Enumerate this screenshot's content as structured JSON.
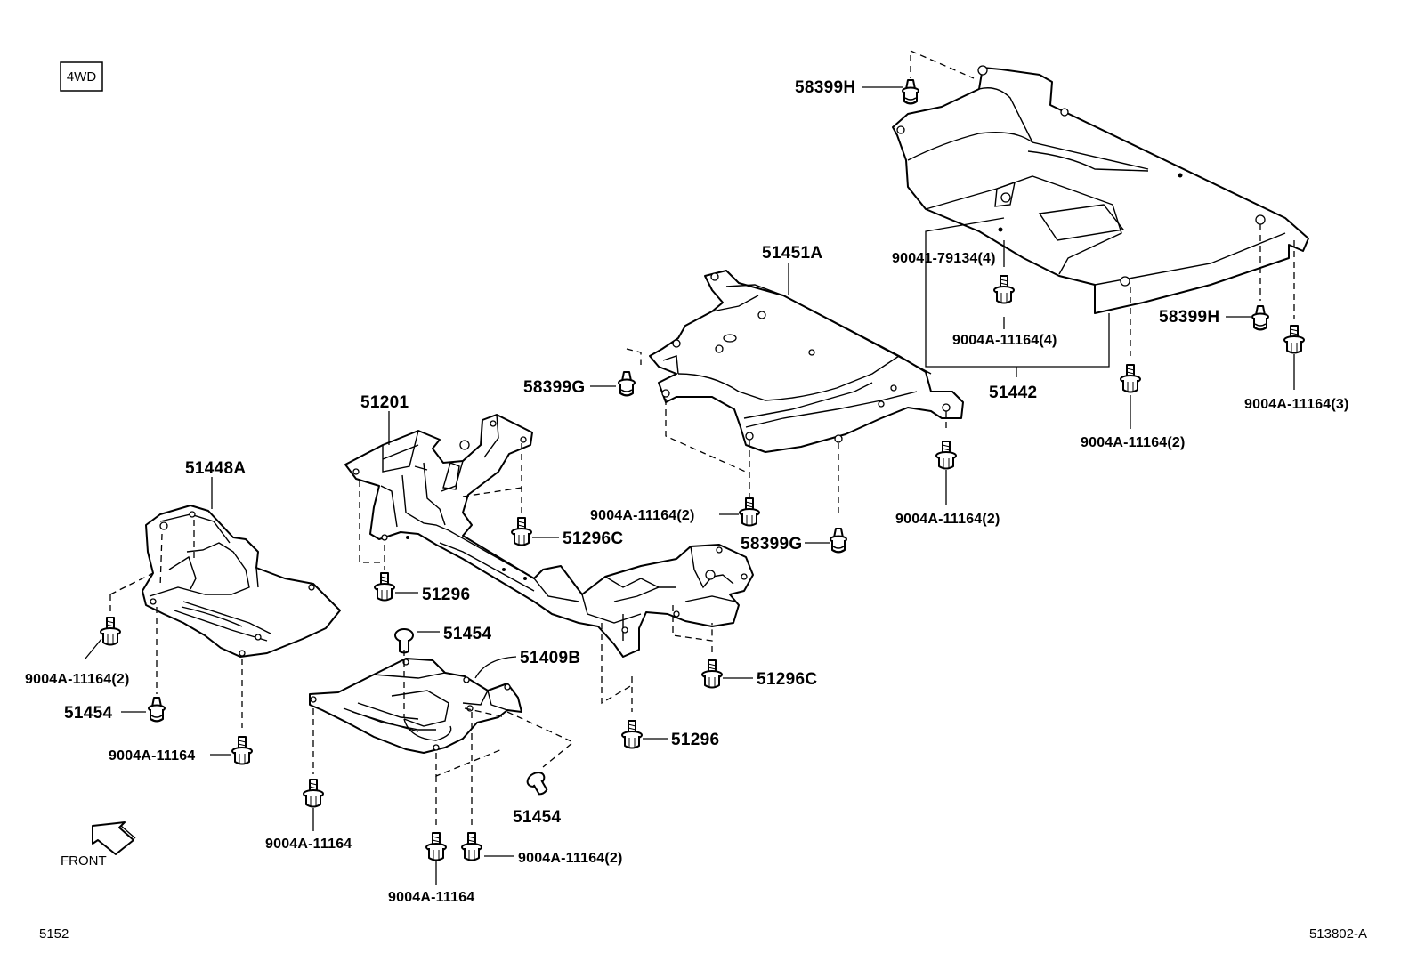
{
  "header": {
    "variant_badge": "4WD"
  },
  "footer": {
    "section_code": "5152",
    "figure_code": "513802-A"
  },
  "orientation": {
    "front_label": "FRONT"
  },
  "callouts": {
    "p58399H_top": "58399H",
    "p58399H_right": "58399H",
    "p90041_79134_4": "90041-79134(4)",
    "p9004A_11164_4": "9004A-11164(4)",
    "p51442": "51442",
    "p9004A_11164_2_rr": "9004A-11164(2)",
    "p9004A_11164_3": "9004A-11164(3)",
    "p51451A": "51451A",
    "p58399G_left": "58399G",
    "p58399G_mid": "58399G",
    "p9004A_11164_2_mid": "9004A-11164(2)",
    "p9004A_11164_2_right": "9004A-11164(2)",
    "p51201": "51201",
    "p51296C_top": "51296C",
    "p51296_left": "51296",
    "p51296C_right": "51296C",
    "p51296_bottom": "51296",
    "p51448A": "51448A",
    "p9004A_11164_2_left": "9004A-11164(2)",
    "p51454_left": "51454",
    "p9004A_11164_left": "9004A-11164",
    "p51454_top": "51454",
    "p51409B": "51409B",
    "p51454_bottom": "51454",
    "p9004A_11164_bottom_left": "9004A-11164",
    "p9004A_11164_bottom_mid": "9004A-11164",
    "p9004A_11164_2_bottom": "9004A-11164(2)"
  }
}
